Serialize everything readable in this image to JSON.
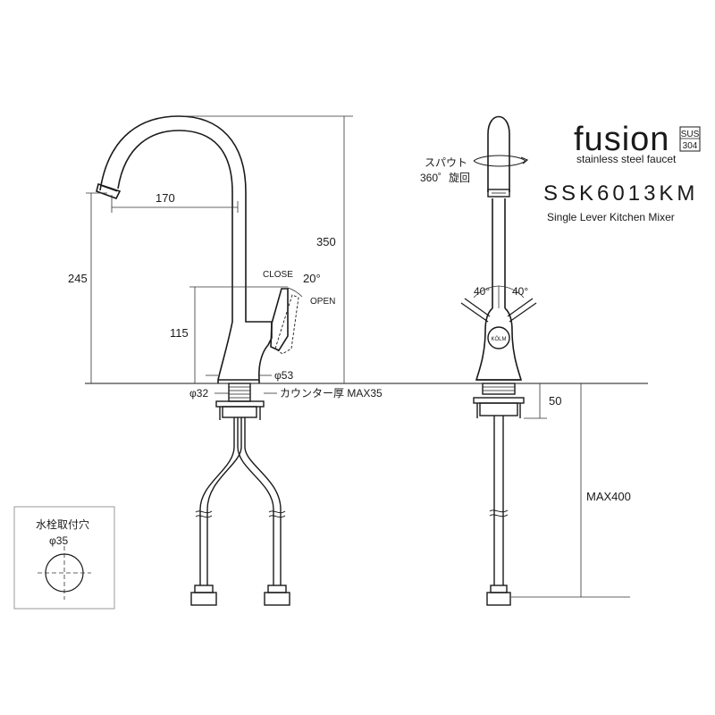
{
  "brand": {
    "name": "fusion",
    "badge_top": "SUS",
    "badge_bottom": "304",
    "tagline": "stainless steel faucet"
  },
  "product": {
    "model": "SSK6013KM",
    "description": "Single Lever Kitchen Mixer"
  },
  "side_view": {
    "spout_reach": "170",
    "height_total": "350",
    "spout_outlet_height": "245",
    "handle_height": "115",
    "close_label": "CLOSE",
    "open_label": "OPEN",
    "handle_angle": "20°",
    "base_diameter": "φ53",
    "shank_diameter": "φ32",
    "counter_thickness": "カウンター厚 MAX35"
  },
  "front_view": {
    "spout_rotation_line1": "スパウト",
    "spout_rotation_line2": "360゜旋回",
    "lever_angle_left": "40°",
    "lever_angle_right": "40°",
    "logo": "KÖLM",
    "shank_length": "50",
    "hose_length": "MAX400"
  },
  "hole_box": {
    "title": "水栓取付穴",
    "diameter": "φ35"
  },
  "colors": {
    "line": "#1a1a1a",
    "background": "#ffffff"
  }
}
